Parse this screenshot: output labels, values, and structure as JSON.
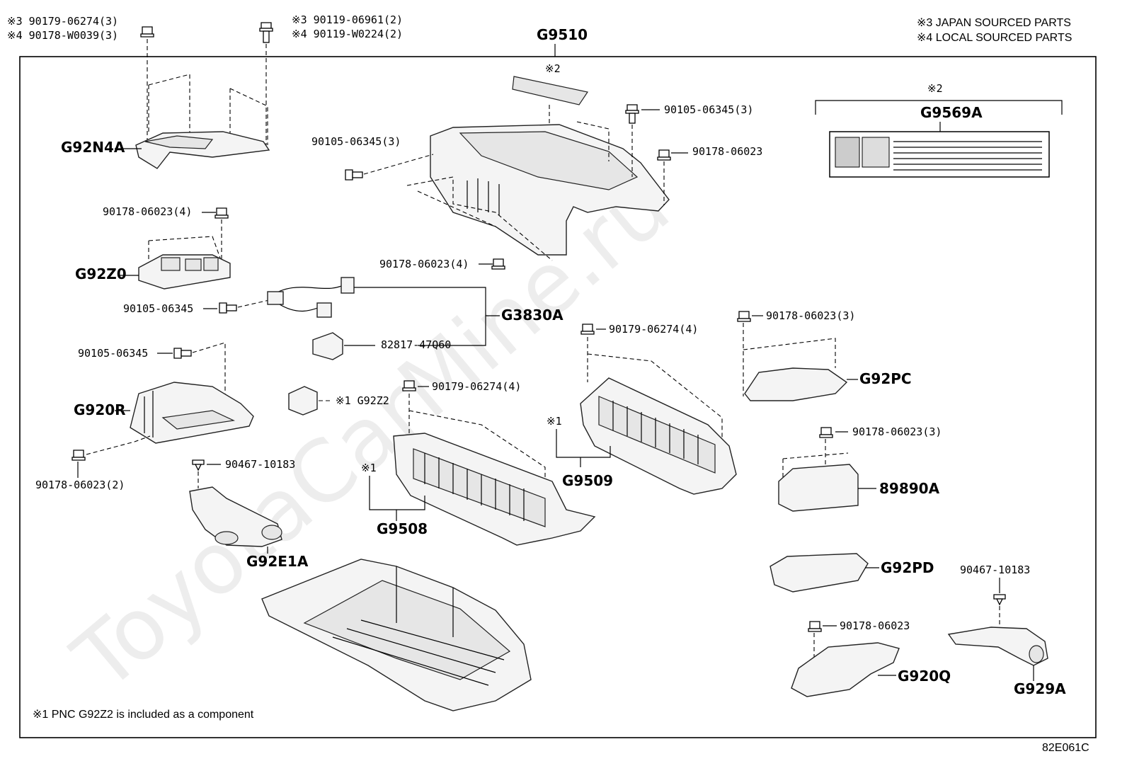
{
  "header_notes": {
    "note3": "※3 JAPAN SOURCED PARTS",
    "note4": "※4 LOCAL SOURCED PARTS"
  },
  "footer": {
    "note1": "※1 PNC G92Z2 is included as a component",
    "diagram_id": "82E061C"
  },
  "watermark": "ToyotaCarMine.ru",
  "labels": {
    "f1a": "※3 90179-06274(3)",
    "f1b": "※4 90178-W0039(3)",
    "f2a": "※3 90119-06961(2)",
    "f2b": "※4 90119-W0224(2)",
    "g9510": "G9510",
    "n2a": "※2",
    "n2b": "※2",
    "g9569a": "G9569A",
    "f90105a": "90105-06345(3)",
    "f90105b": "90105-06345(3)",
    "f90178a": "90178-06023",
    "f90178b": "90178-06023(4)",
    "f90178c": "90178-06023(4)",
    "g92n4a": "G92N4A",
    "g92z0": "G92Z0",
    "f90105c": "90105-06345",
    "g3830a": "G3830A",
    "p82817": "82817-47Q60",
    "f90105d": "90105-06345",
    "g920r": "G920R",
    "g92z2": "※1 G92Z2",
    "f90178d": "90178-06023(2)",
    "f90467a": "90467-10183",
    "g92e1a": "G92E1A",
    "f90179a": "90179-06274(4)",
    "f90179b": "90179-06274(4)",
    "n1a": "※1",
    "n1b": "※1",
    "g9508": "G9508",
    "g9509": "G9509",
    "f90178e": "90178-06023(3)",
    "g92pc": "G92PC",
    "f90178f": "90178-06023(3)",
    "p89890a": "89890A",
    "g92pd": "G92PD",
    "f90467b": "90467-10183",
    "f90178g": "90178-06023",
    "g920q": "G920Q",
    "g929a": "G929A"
  }
}
